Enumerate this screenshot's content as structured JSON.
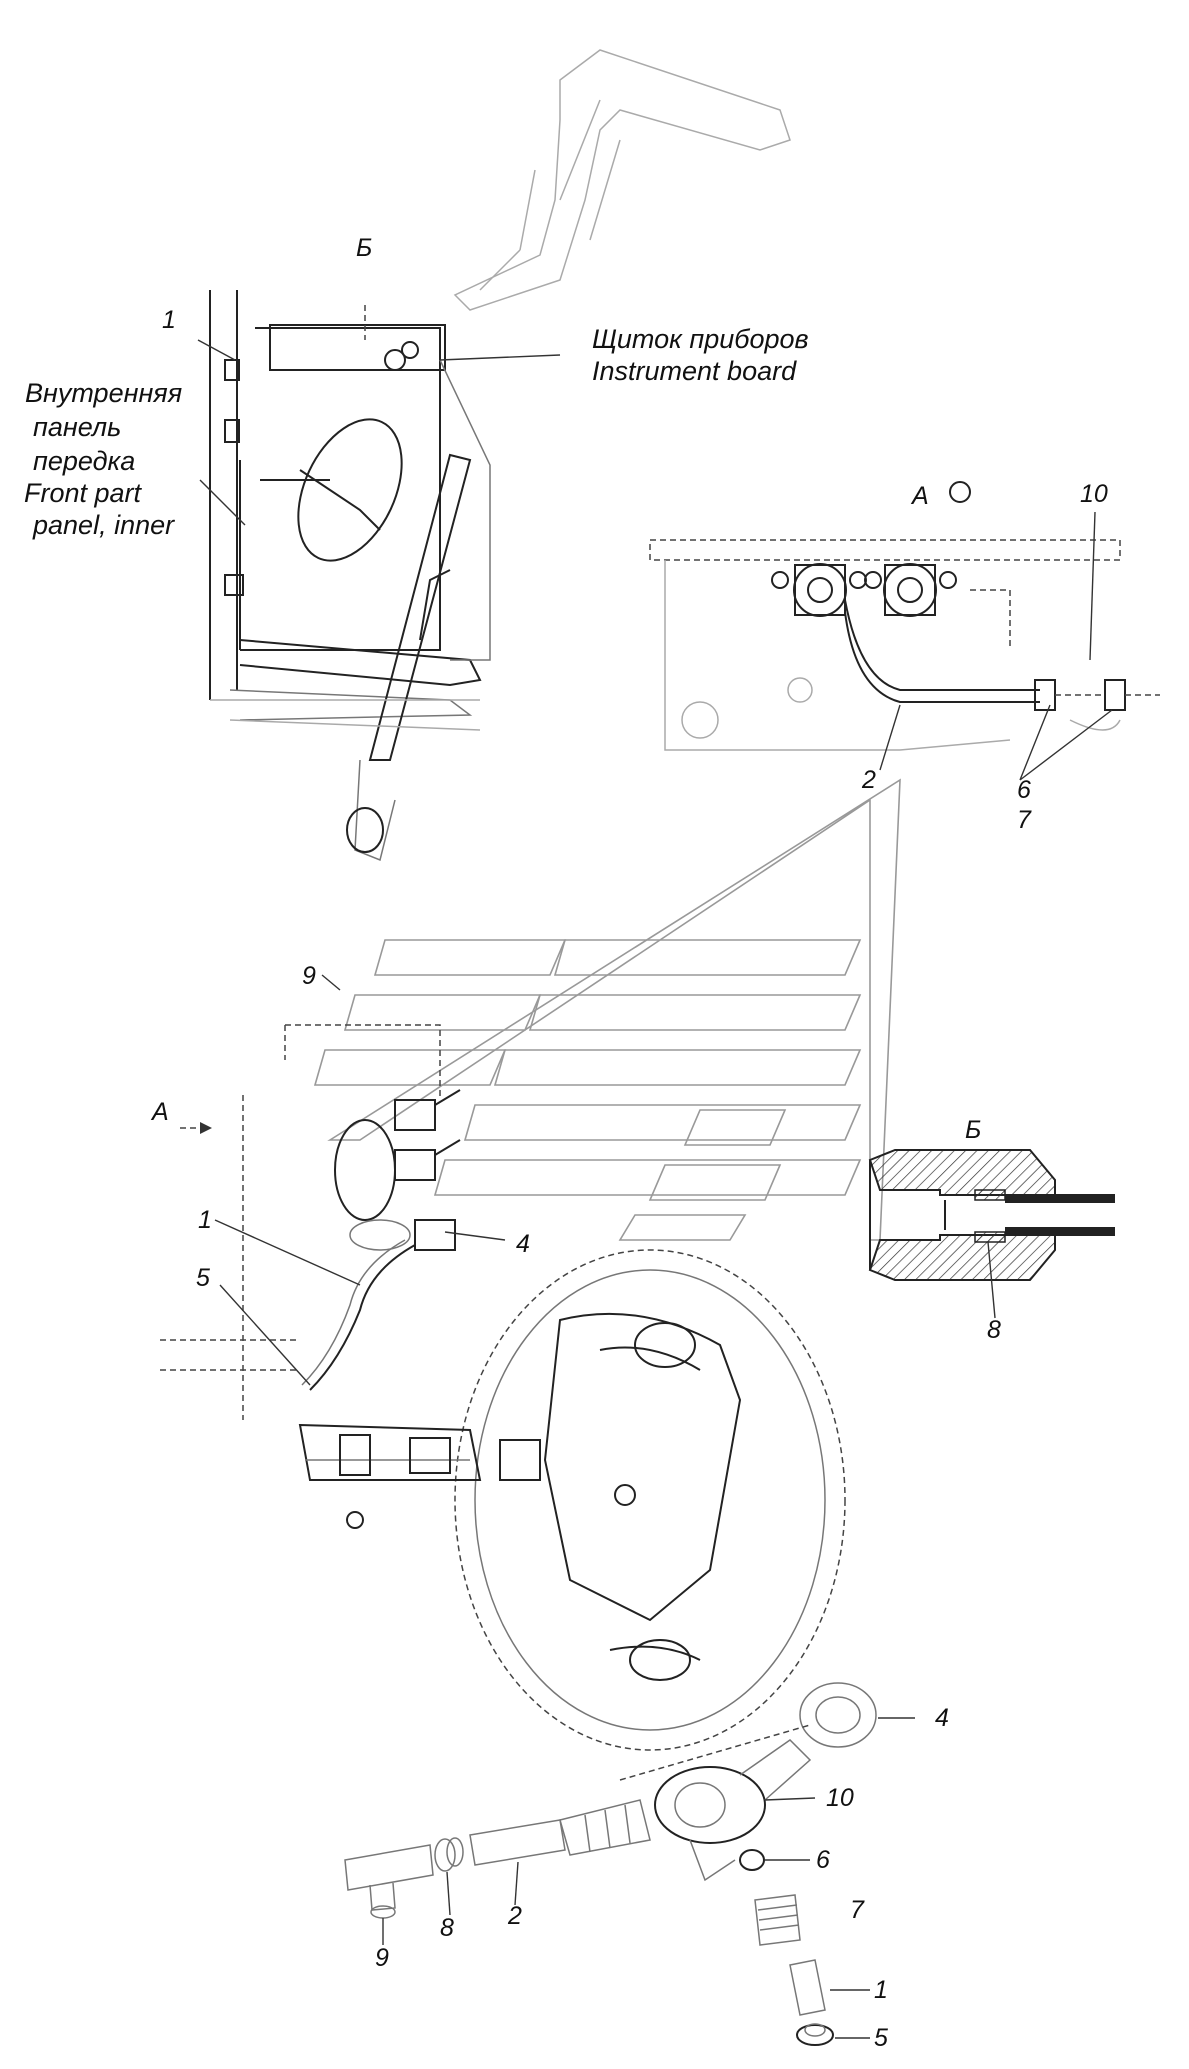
{
  "labels": {
    "b_top": "Б",
    "n1_top": "1",
    "instrument_ru": "Щиток приборов",
    "instrument_en": "Instrument board",
    "panel_ru_1": "Внутренняя",
    "panel_ru_2": "панель",
    "panel_ru_3": "передка",
    "panel_en_1": "Front part",
    "panel_en_2": "panel, inner",
    "view_a": "А",
    "n10_view": "10",
    "n2_view": "2",
    "n6_view": "6",
    "n7_view": "7",
    "n9_main": "9",
    "a_arrow": "А",
    "n1_main": "1",
    "n4_main": "4",
    "n5_main": "5",
    "section_b": "Б",
    "n8_section": "8",
    "ex_4": "4",
    "ex_10": "10",
    "ex_6": "6",
    "ex_7": "7",
    "ex_2": "2",
    "ex_8": "8",
    "ex_9": "9",
    "ex_1": "1",
    "ex_5": "5"
  }
}
